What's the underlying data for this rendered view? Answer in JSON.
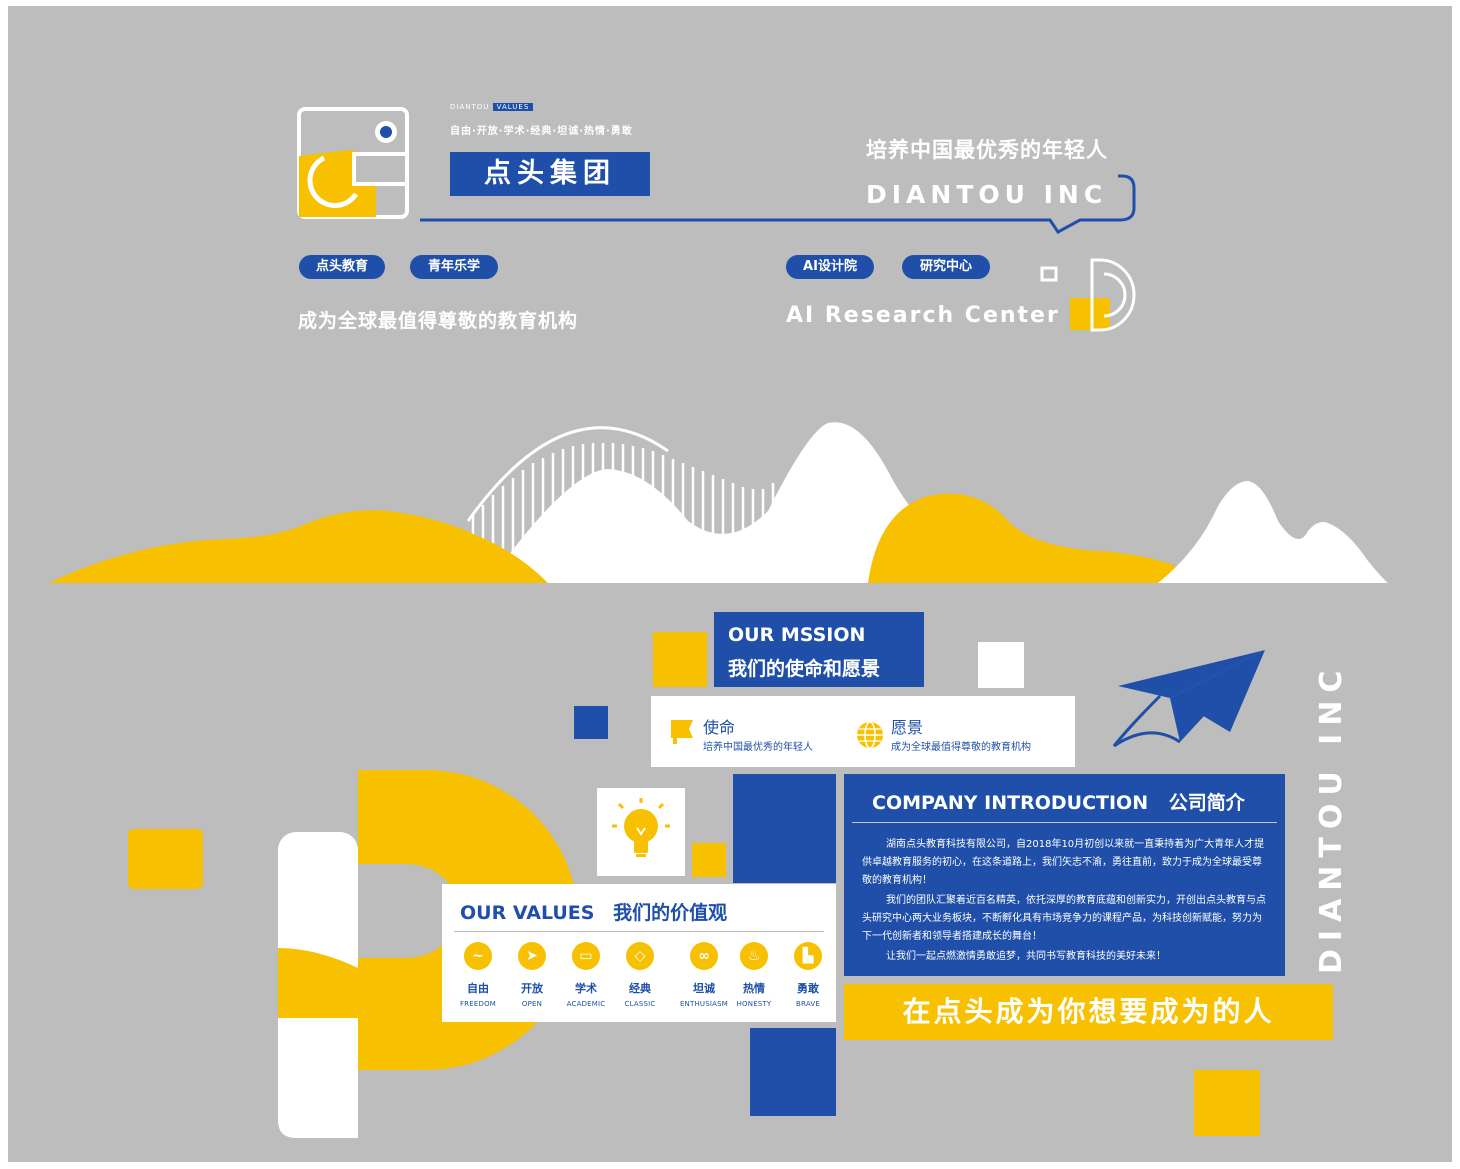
{
  "header": {
    "values_tag_left": "DIANTOU",
    "values_tag_right": "VALUES",
    "values_line": "自由·开放·学术·经典·坦诚·热情·勇敢",
    "brand_name": "点头集团",
    "slogan_right": "培养中国最优秀的年轻人",
    "company_en": "DIANTOU INC",
    "pills_left": [
      "点头教育",
      "青年乐学"
    ],
    "pills_right": [
      "AI设计院",
      "研究中心"
    ],
    "mission_left": "成为全球最值得尊敬的教育机构",
    "research_center": "AI Research Center"
  },
  "mission": {
    "title_en": "OUR MSSION",
    "title_zh": "我们的使命和愿景",
    "mission_label": "使命",
    "mission_text": "培养中国最优秀的年轻人",
    "vision_label": "愿景",
    "vision_text": "成为全球最值得尊敬的教育机构"
  },
  "values": {
    "title_en": "OUR VALUES",
    "title_zh": "我们的价值观",
    "items": [
      {
        "zh": "自由",
        "en": "FREEDOM",
        "icon": "wave-icon"
      },
      {
        "zh": "开放",
        "en": "OPEN",
        "icon": "paper-plane-icon"
      },
      {
        "zh": "学术",
        "en": "ACADEMIC",
        "icon": "book-icon"
      },
      {
        "zh": "经典",
        "en": "CLASSIC",
        "icon": "diamond-icon"
      },
      {
        "zh": "坦诚",
        "en": "ENTHUSIASM",
        "icon": "handshake-icon"
      },
      {
        "zh": "热情",
        "en": "HONESTY",
        "icon": "flame-icon"
      },
      {
        "zh": "勇敢",
        "en": "BRAVE",
        "icon": "boot-icon"
      }
    ]
  },
  "intro": {
    "title": "COMPANY INTRODUCTION",
    "title_zh": "公司简介",
    "p1": "湖南点头教育科技有限公司，自2018年10月初创以来就一直秉持着为广大青年人才提供卓越教育服务的初心，在这条道路上，我们矢志不渝，勇往直前，致力于成为全球最受尊敬的教育机构！",
    "p2": "我们的团队汇聚着近百名精英，依托深厚的教育底蕴和创新实力，开创出点头教育与点头研究中心两大业务板块，不断孵化具有市场竞争力的课程产品，为科技创新赋能，努力为下一代创新者和领导者搭建成长的舞台！",
    "p3": "让我们一起点燃激情勇敢追梦，共同书写教育科技的美好未来！"
  },
  "banner": "在点头成为你想要成为的人",
  "vertical_brand": "DIANTOU INC",
  "colors": {
    "blue": "#1f4fa8",
    "yellow": "#f7c000",
    "gray": "#bdbdbd",
    "white": "#ffffff"
  }
}
